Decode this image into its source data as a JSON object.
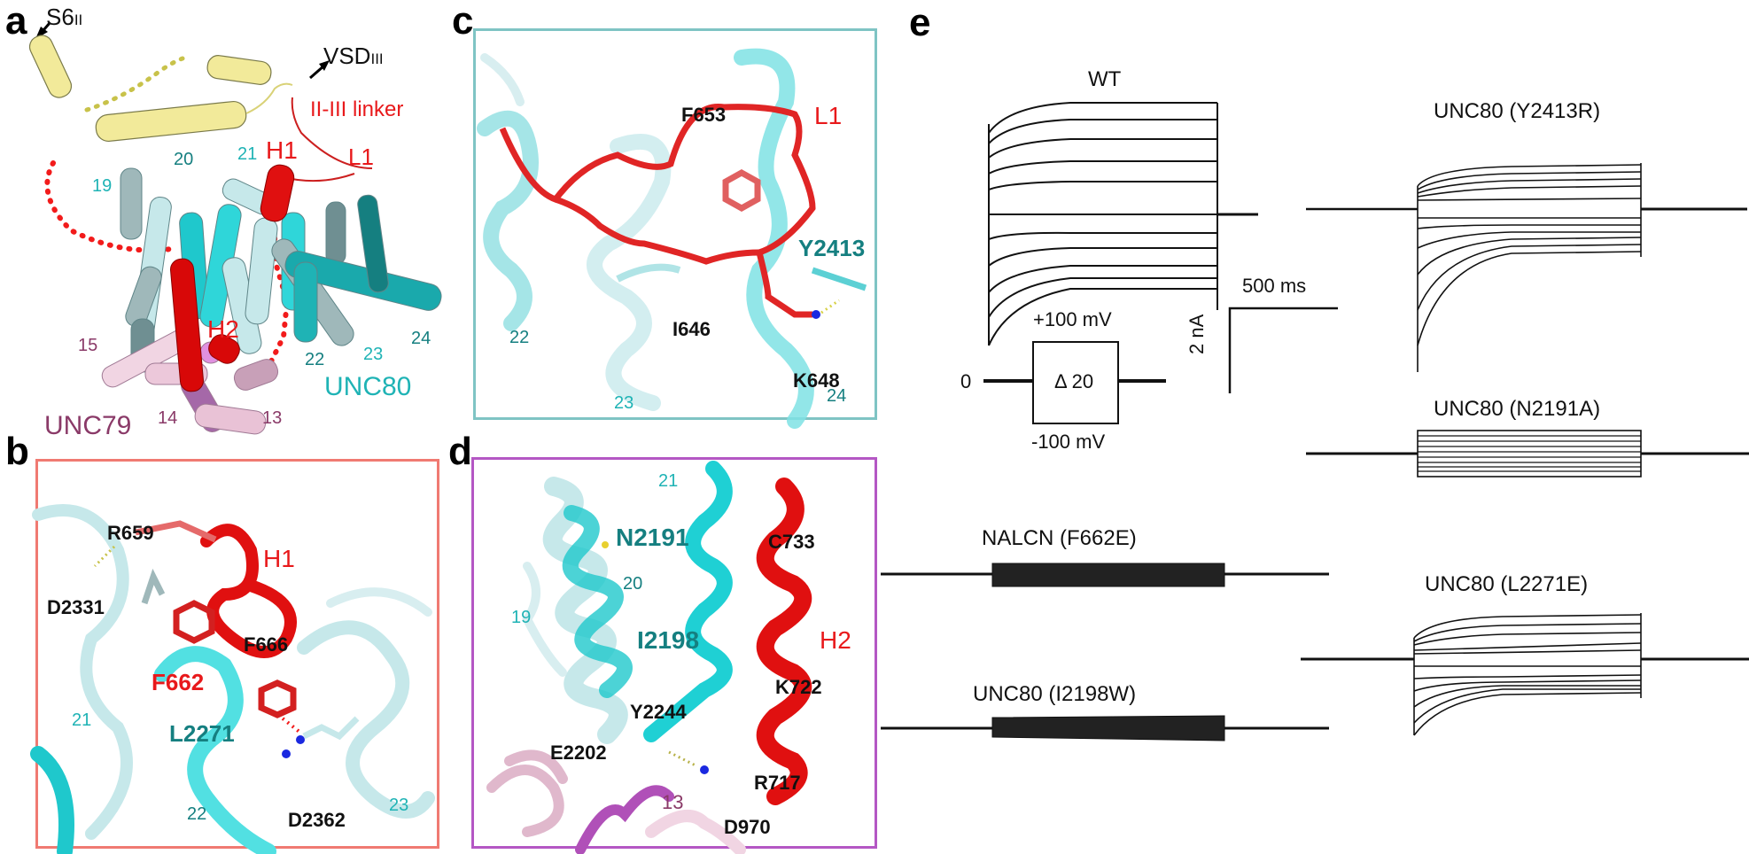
{
  "figure": {
    "panels": {
      "a": {
        "letter": "a",
        "labels": {
          "s6": "S6",
          "s6_sub": "II",
          "vsd": "VSD",
          "vsd_sub": "III",
          "linker": "II-III linker",
          "l1": "L1",
          "h1": "H1",
          "h2": "H2",
          "unc80": "UNC80",
          "unc79": "UNC79",
          "helix_numbers": {
            "h19": "19",
            "h20": "20",
            "h21": "21",
            "h22": "22",
            "h23": "23",
            "h24": "24",
            "h15": "15",
            "h14": "14",
            "h13": "13"
          }
        }
      },
      "b": {
        "letter": "b",
        "border_color": "#f07a72",
        "labels": {
          "r659": "R659",
          "d2331": "D2331",
          "h1": "H1",
          "f666": "F666",
          "f662": "F662",
          "l2271": "L2271",
          "d2362": "D2362",
          "h21": "21",
          "h22": "22",
          "h23": "23"
        }
      },
      "c": {
        "letter": "c",
        "border_color": "#7fc4c4",
        "labels": {
          "f653": "F653",
          "l1": "L1",
          "y2413": "Y2413",
          "i646": "I646",
          "k648": "K648",
          "h22": "22",
          "h23": "23",
          "h24": "24"
        }
      },
      "d": {
        "letter": "d",
        "border_color": "#b457c4",
        "labels": {
          "h21": "21",
          "n2191": "N2191",
          "c733": "C733",
          "h20": "20",
          "h19": "19",
          "i2198": "I2198",
          "h2": "H2",
          "k722": "K722",
          "y2244": "Y2244",
          "e2202": "E2202",
          "r717": "R717",
          "h13": "13",
          "d970": "D970"
        }
      },
      "e": {
        "letter": "e",
        "protocol": {
          "top": "+100 mV",
          "bottom": "-100 mV",
          "hold": "0",
          "step": "Δ 20"
        },
        "scale_bar": {
          "time": "500 ms",
          "current": "2 nA"
        },
        "traces": [
          {
            "title": "WT"
          },
          {
            "title": "UNC80 (Y2413R)"
          },
          {
            "title": "UNC80 (N2191A)"
          },
          {
            "title": "NALCN (F662E)"
          },
          {
            "title": "UNC80 (L2271E)"
          },
          {
            "title": "UNC80 (I2198W)"
          }
        ]
      }
    },
    "colors": {
      "nalcn_red": "#e8191b",
      "unc80_cyan": "#1fc8cc",
      "unc80_teal_label": "#157f80",
      "unc80_pale": "#c6e8ea",
      "unc80_gray": "#9fb8ba",
      "unc79_pink": "#e9c2d6",
      "unc79_purple": "#a568a8",
      "linker_yellow": "#f2ea9a"
    }
  }
}
